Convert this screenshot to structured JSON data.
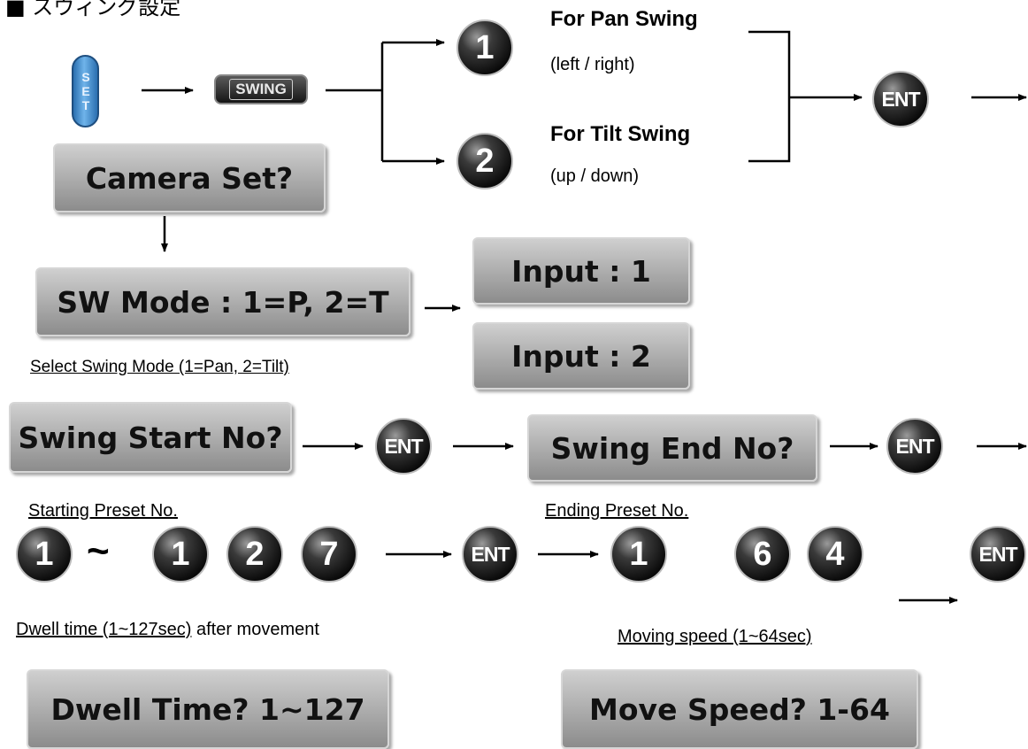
{
  "heading": "■ スウィング設定",
  "keys": {
    "set": "SET",
    "swing": "SWING"
  },
  "options": {
    "pan": {
      "button": "1",
      "title": "For Pan Swing",
      "detail": "(left / right)"
    },
    "tilt": {
      "button": "2",
      "title": "For Tilt Swing",
      "detail": "(up / down)"
    }
  },
  "ent": "ENT",
  "displays": {
    "camera_set": "Camera Set?",
    "sw_mode": "SW Mode : 1=P, 2=T",
    "input1": "Input : 1",
    "input2": "Input : 2",
    "swing_start": "Swing Start No?",
    "swing_end": "Swing End No?",
    "dwell_time": "Dwell Time? 1~127",
    "move_speed": "Move Speed? 1-64"
  },
  "captions": {
    "select_mode": "Select Swing Mode (1=Pan, 2=Tilt)",
    "starting_preset": "Starting Preset No.",
    "ending_preset": "Ending Preset No.",
    "dwell_underlined": "Dwell time (1~127sec)",
    "dwell_rest": " after movement",
    "moving_speed": "Moving speed (1~64sec)"
  },
  "dwell_keys": {
    "min": "1",
    "tilde": "~",
    "d1": "1",
    "d2": "2",
    "d3": "7"
  },
  "speed_keys": {
    "min": "1",
    "d1": "6",
    "d2": "4"
  }
}
